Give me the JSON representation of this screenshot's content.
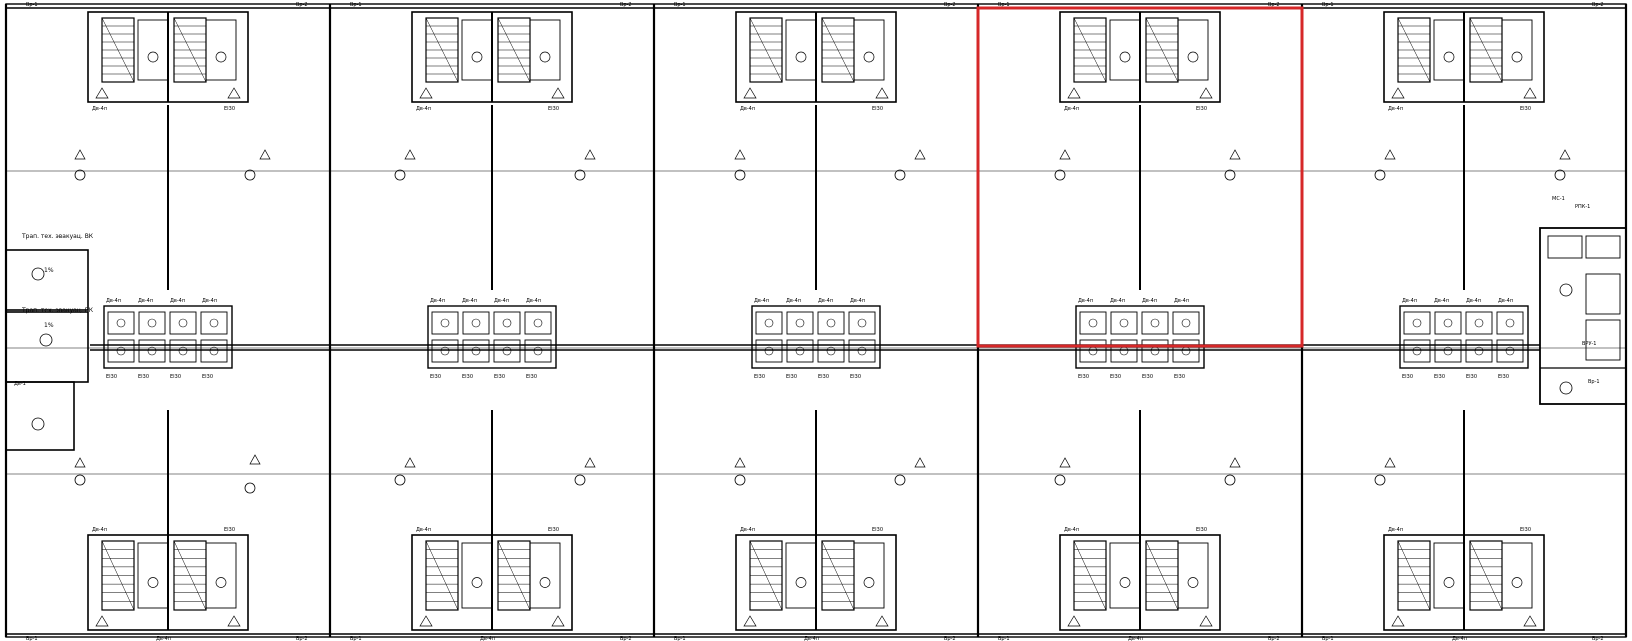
{
  "plan": {
    "background": "#ffffff",
    "line_color": "#000000",
    "highlight_color": "#d62728",
    "grid_color": "#5a5a5a",
    "zone_labels": [
      "Вр-1",
      "Вр-2"
    ],
    "door_labels": {
      "top_core": [
        "Дв-4п",
        "EI30"
      ],
      "mid_core": [
        "Дв-4п",
        "EI30"
      ],
      "bottom_core": [
        "Дв-4п",
        "EI30"
      ]
    },
    "left_annex": {
      "label_1": "Трап. тех. эвакуац. ВК",
      "slope_1": "1%",
      "label_2": "Трап. тех. эвакуац. ВК",
      "slope_2": "1%",
      "room_tag": "Дв-1"
    },
    "right_annex": {
      "label_1": "РПК-1",
      "label_2": "МС-1",
      "label_3": "ВРУ-1",
      "room_tag": "Вр-1"
    },
    "bottom_axis": [
      "Вр-1",
      "Дв-4п",
      "Вр-2",
      "Вр-1",
      "Дв-4п",
      "Вр-2",
      "Вр-1",
      "Дв-4п",
      "Вр-2",
      "Вр-1",
      "Дв-4п",
      "Вр-2",
      "Вр-1",
      "Дв-4п",
      "Вр-2"
    ]
  }
}
